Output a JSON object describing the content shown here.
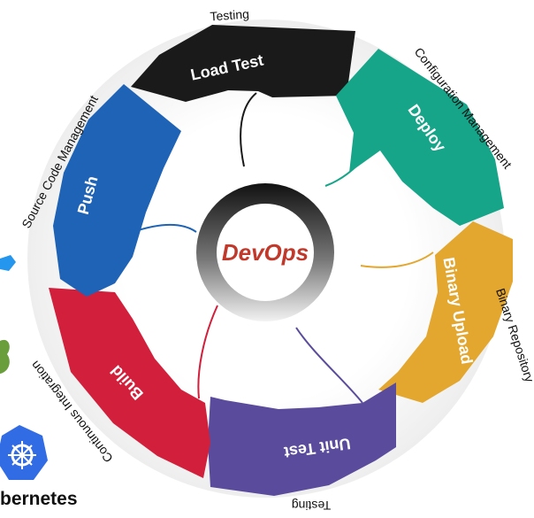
{
  "diagram": {
    "center_label": "DevOps",
    "stages": [
      {
        "id": "load-test",
        "label": "Load Test",
        "outer_label": "Testing",
        "color": "#1a1a1a"
      },
      {
        "id": "deploy",
        "label": "Deploy",
        "outer_label": "Configuration Management",
        "color": "#17a589"
      },
      {
        "id": "binary-upload",
        "label": "Binary Upload",
        "outer_label": "Binary Repository",
        "color": "#e3a72f"
      },
      {
        "id": "unit-test",
        "label": "Unit Test",
        "outer_label": "Testing",
        "color": "#5b4b9c"
      },
      {
        "id": "build",
        "label": "Build",
        "outer_label": "Continuous Integration",
        "color": "#d21f3c"
      },
      {
        "id": "push",
        "label": "Push",
        "outer_label": "Source Code Management",
        "color": "#1e63b5"
      }
    ]
  },
  "logos": {
    "kubernetes_text": "bernetes",
    "kubernetes_color": "#326ce5"
  }
}
